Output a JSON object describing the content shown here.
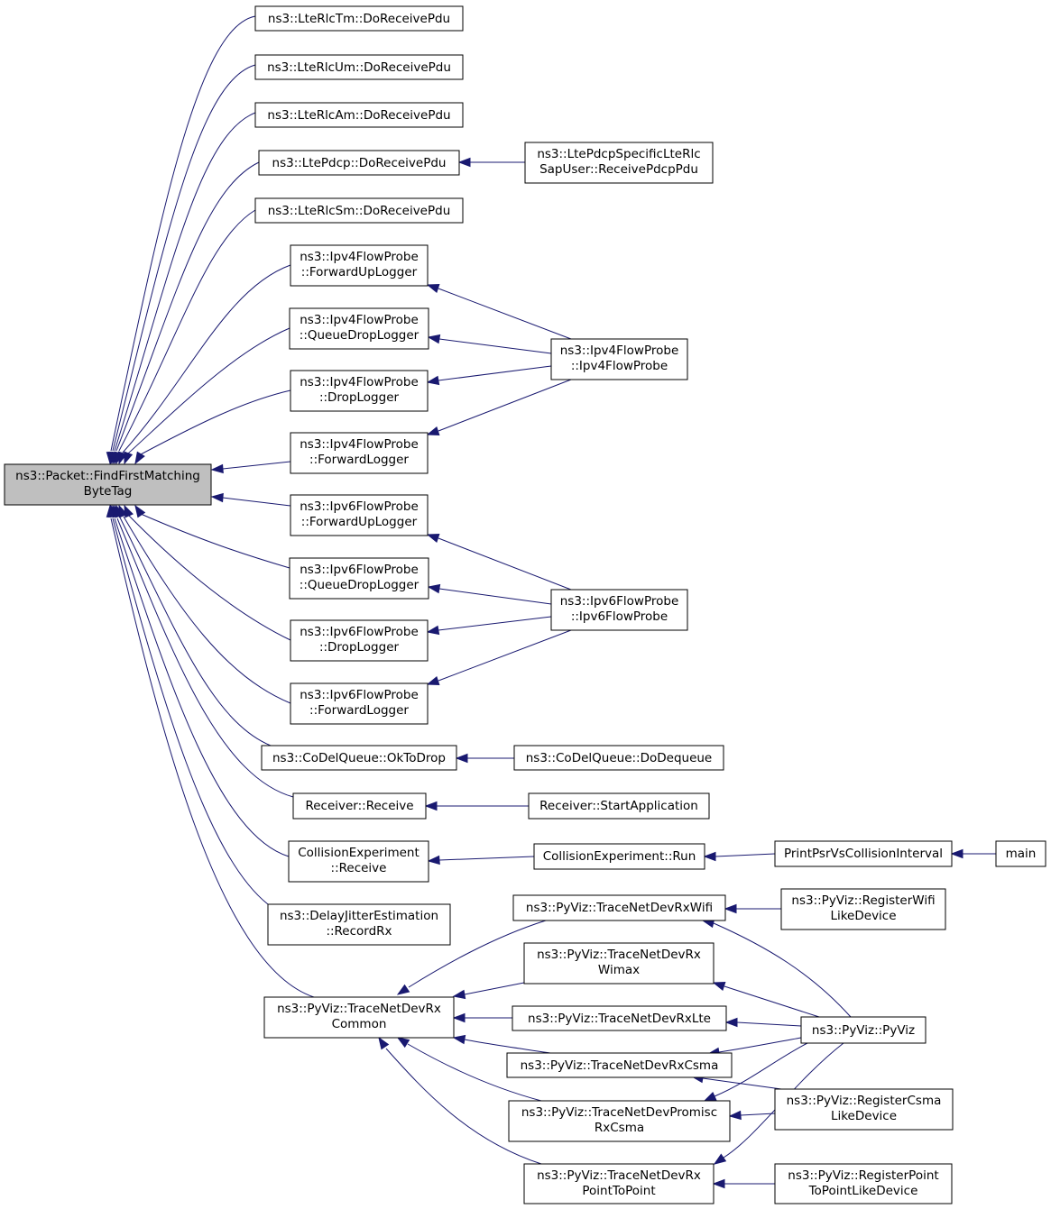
{
  "graph": {
    "nodes": [
      {
        "id": "n0",
        "lines": [
          "ns3::Packet::FindFirstMatching",
          "ByteTag"
        ],
        "root": true
      },
      {
        "id": "n1",
        "lines": [
          "ns3::LteRlcTm::DoReceivePdu"
        ]
      },
      {
        "id": "n2",
        "lines": [
          "ns3::LteRlcUm::DoReceivePdu"
        ]
      },
      {
        "id": "n3",
        "lines": [
          "ns3::LteRlcAm::DoReceivePdu"
        ]
      },
      {
        "id": "n4",
        "lines": [
          "ns3::LtePdcp::DoReceivePdu"
        ]
      },
      {
        "id": "n5",
        "lines": [
          "ns3::LtePdcpSpecificLteRlc",
          "SapUser::ReceivePdcpPdu"
        ]
      },
      {
        "id": "n6",
        "lines": [
          "ns3::LteRlcSm::DoReceivePdu"
        ]
      },
      {
        "id": "n7",
        "lines": [
          "ns3::Ipv4FlowProbe",
          "::ForwardUpLogger"
        ]
      },
      {
        "id": "n8",
        "lines": [
          "ns3::Ipv4FlowProbe",
          "::QueueDropLogger"
        ]
      },
      {
        "id": "n9",
        "lines": [
          "ns3::Ipv4FlowProbe",
          "::DropLogger"
        ]
      },
      {
        "id": "n10",
        "lines": [
          "ns3::Ipv4FlowProbe",
          "::ForwardLogger"
        ]
      },
      {
        "id": "n11",
        "lines": [
          "ns3::Ipv4FlowProbe",
          "::Ipv4FlowProbe"
        ]
      },
      {
        "id": "n12",
        "lines": [
          "ns3::Ipv6FlowProbe",
          "::ForwardUpLogger"
        ]
      },
      {
        "id": "n13",
        "lines": [
          "ns3::Ipv6FlowProbe",
          "::QueueDropLogger"
        ]
      },
      {
        "id": "n14",
        "lines": [
          "ns3::Ipv6FlowProbe",
          "::DropLogger"
        ]
      },
      {
        "id": "n15",
        "lines": [
          "ns3::Ipv6FlowProbe",
          "::ForwardLogger"
        ]
      },
      {
        "id": "n16",
        "lines": [
          "ns3::Ipv6FlowProbe",
          "::Ipv6FlowProbe"
        ]
      },
      {
        "id": "n17",
        "lines": [
          "ns3::CoDelQueue::OkToDrop"
        ]
      },
      {
        "id": "n18",
        "lines": [
          "ns3::CoDelQueue::DoDequeue"
        ]
      },
      {
        "id": "n19",
        "lines": [
          "Receiver::Receive"
        ]
      },
      {
        "id": "n20",
        "lines": [
          "Receiver::StartApplication"
        ]
      },
      {
        "id": "n21",
        "lines": [
          "CollisionExperiment",
          "::Receive"
        ]
      },
      {
        "id": "n22",
        "lines": [
          "CollisionExperiment::Run"
        ]
      },
      {
        "id": "n23",
        "lines": [
          "PrintPsrVsCollisionInterval"
        ]
      },
      {
        "id": "n24",
        "lines": [
          "main"
        ]
      },
      {
        "id": "n25",
        "lines": [
          "ns3::DelayJitterEstimation",
          "::RecordRx"
        ]
      },
      {
        "id": "n26",
        "lines": [
          "ns3::PyViz::TraceNetDevRx",
          "Common"
        ]
      },
      {
        "id": "n27",
        "lines": [
          "ns3::PyViz::TraceNetDevRxWifi"
        ]
      },
      {
        "id": "n28",
        "lines": [
          "ns3::PyViz::RegisterWifi",
          "LikeDevice"
        ]
      },
      {
        "id": "n29",
        "lines": [
          "ns3::PyViz::TraceNetDevRx",
          "Wimax"
        ]
      },
      {
        "id": "n30",
        "lines": [
          "ns3::PyViz::TraceNetDevRxLte"
        ]
      },
      {
        "id": "n31",
        "lines": [
          "ns3::PyViz::PyViz"
        ]
      },
      {
        "id": "n32",
        "lines": [
          "ns3::PyViz::TraceNetDevRxCsma"
        ]
      },
      {
        "id": "n33",
        "lines": [
          "ns3::PyViz::TraceNetDevPromisc",
          "RxCsma"
        ]
      },
      {
        "id": "n34",
        "lines": [
          "ns3::PyViz::RegisterCsma",
          "LikeDevice"
        ]
      },
      {
        "id": "n35",
        "lines": [
          "ns3::PyViz::TraceNetDevRx",
          "PointToPoint"
        ]
      },
      {
        "id": "n36",
        "lines": [
          "ns3::PyViz::RegisterPoint",
          "ToPointLikeDevice"
        ]
      }
    ],
    "edges": [
      {
        "from": "n1",
        "to": "n0"
      },
      {
        "from": "n2",
        "to": "n0"
      },
      {
        "from": "n3",
        "to": "n0"
      },
      {
        "from": "n4",
        "to": "n0"
      },
      {
        "from": "n6",
        "to": "n0"
      },
      {
        "from": "n7",
        "to": "n0"
      },
      {
        "from": "n8",
        "to": "n0"
      },
      {
        "from": "n9",
        "to": "n0"
      },
      {
        "from": "n10",
        "to": "n0"
      },
      {
        "from": "n12",
        "to": "n0"
      },
      {
        "from": "n13",
        "to": "n0"
      },
      {
        "from": "n14",
        "to": "n0"
      },
      {
        "from": "n15",
        "to": "n0"
      },
      {
        "from": "n17",
        "to": "n0"
      },
      {
        "from": "n19",
        "to": "n0"
      },
      {
        "from": "n21",
        "to": "n0"
      },
      {
        "from": "n25",
        "to": "n0"
      },
      {
        "from": "n26",
        "to": "n0"
      },
      {
        "from": "n5",
        "to": "n4"
      },
      {
        "from": "n11",
        "to": "n7"
      },
      {
        "from": "n11",
        "to": "n8"
      },
      {
        "from": "n11",
        "to": "n9"
      },
      {
        "from": "n11",
        "to": "n10"
      },
      {
        "from": "n16",
        "to": "n12"
      },
      {
        "from": "n16",
        "to": "n13"
      },
      {
        "from": "n16",
        "to": "n14"
      },
      {
        "from": "n16",
        "to": "n15"
      },
      {
        "from": "n18",
        "to": "n17"
      },
      {
        "from": "n20",
        "to": "n19"
      },
      {
        "from": "n22",
        "to": "n21"
      },
      {
        "from": "n23",
        "to": "n22"
      },
      {
        "from": "n24",
        "to": "n23"
      },
      {
        "from": "n27",
        "to": "n26"
      },
      {
        "from": "n29",
        "to": "n26"
      },
      {
        "from": "n30",
        "to": "n26"
      },
      {
        "from": "n32",
        "to": "n26"
      },
      {
        "from": "n33",
        "to": "n26"
      },
      {
        "from": "n35",
        "to": "n26"
      },
      {
        "from": "n28",
        "to": "n27"
      },
      {
        "from": "n31",
        "to": "n27"
      },
      {
        "from": "n31",
        "to": "n29"
      },
      {
        "from": "n31",
        "to": "n30"
      },
      {
        "from": "n31",
        "to": "n32"
      },
      {
        "from": "n34",
        "to": "n32"
      },
      {
        "from": "n31",
        "to": "n33"
      },
      {
        "from": "n34",
        "to": "n33"
      },
      {
        "from": "n31",
        "to": "n35"
      },
      {
        "from": "n36",
        "to": "n35"
      }
    ]
  }
}
